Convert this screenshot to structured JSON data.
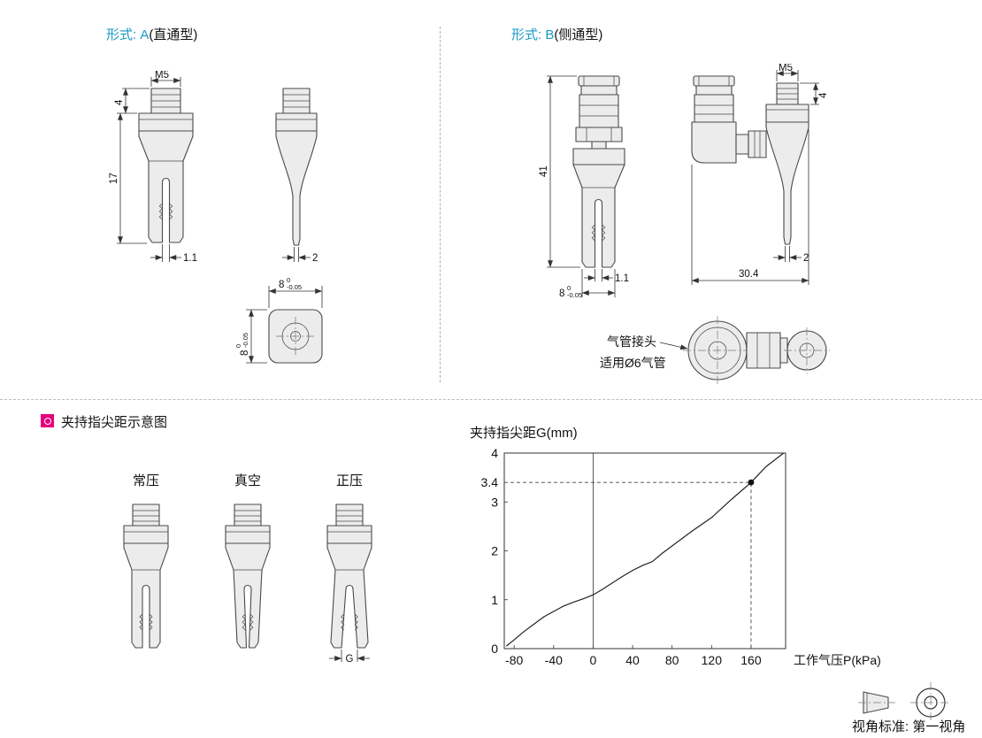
{
  "page": {
    "footer_view_standard": "视角标准: 第一视角"
  },
  "colors": {
    "form_label_blue": "#1a99c4",
    "bullet_magenta": "#e5007d",
    "part_fill": "#ececec",
    "line_dark": "#4a4a4a"
  },
  "icons": {
    "section_bullet": "magenta-square-with-circle",
    "first_angle_cone": "truncated-cone-side-view",
    "first_angle_circles": "concentric-circles-with-crosshair"
  },
  "typeA": {
    "form_label": "形式: A",
    "form_kind": "(直通型)",
    "dims": {
      "thread": "M5",
      "stud_height": "4",
      "body_height": "17",
      "slot_width": "1.1",
      "tip_width": "2",
      "square_size": "8",
      "tol_upper": "0",
      "tol_lower": "-0.05"
    }
  },
  "typeB": {
    "form_label": "形式: B",
    "form_kind": "(侧通型)",
    "dims": {
      "total_height": "41",
      "slot_width": "1.1",
      "body_width": "8",
      "tol_upper": "0",
      "tol_lower": "-0.05",
      "thread": "M5",
      "stud_height": "4",
      "tip_width": "2",
      "total_width": "30.4"
    },
    "fitting_note_title": "气管接头",
    "fitting_note_sub": "适用Ø6气管"
  },
  "grip_section": {
    "title": "夹持指尖距示意图",
    "variants": [
      "常压",
      "真空",
      "正压"
    ],
    "g_label": "G"
  },
  "chart_data": {
    "type": "line",
    "title": "夹持指尖距G(mm)",
    "xlabel": "工作气压P(kPa)",
    "ylabel": "夹持指尖距G(mm)",
    "xlim": [
      -90,
      195
    ],
    "ylim": [
      0,
      4
    ],
    "x_ticks": [
      -80,
      -40,
      0,
      40,
      80,
      120,
      160
    ],
    "y_ticks": [
      0,
      1,
      2,
      3,
      3.4,
      4
    ],
    "grid": false,
    "legend": false,
    "zero_axis": true,
    "series": [
      {
        "name": "夹持指尖距G",
        "points": [
          [
            -88,
            0.05
          ],
          [
            -80,
            0.18
          ],
          [
            -70,
            0.35
          ],
          [
            -60,
            0.5
          ],
          [
            -50,
            0.65
          ],
          [
            -40,
            0.76
          ],
          [
            -30,
            0.87
          ],
          [
            -20,
            0.95
          ],
          [
            -10,
            1.02
          ],
          [
            0,
            1.1
          ],
          [
            10,
            1.22
          ],
          [
            20,
            1.35
          ],
          [
            30,
            1.48
          ],
          [
            40,
            1.6
          ],
          [
            50,
            1.7
          ],
          [
            60,
            1.78
          ],
          [
            70,
            1.95
          ],
          [
            80,
            2.1
          ],
          [
            100,
            2.4
          ],
          [
            120,
            2.68
          ],
          [
            140,
            3.05
          ],
          [
            160,
            3.4
          ],
          [
            175,
            3.72
          ],
          [
            193,
            4.0
          ]
        ]
      }
    ],
    "annotation_point": {
      "x": 160,
      "y": 3.4,
      "label": "3.4"
    }
  }
}
